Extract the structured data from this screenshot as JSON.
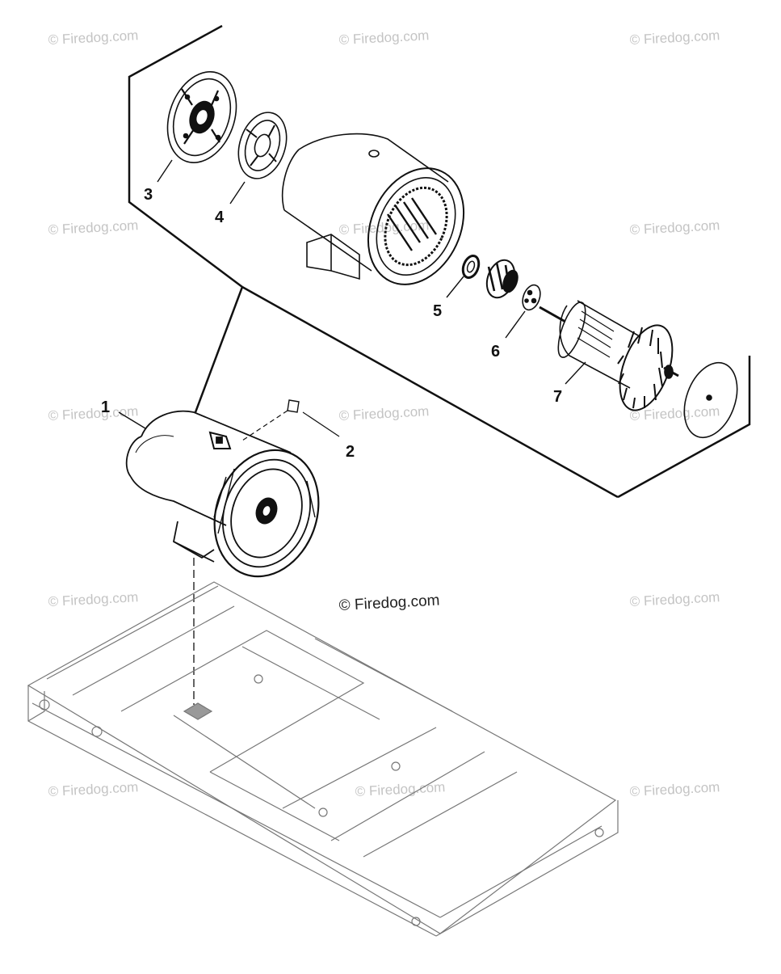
{
  "watermark": {
    "text": "© Firedog.com",
    "main_text": "© Firedog.com"
  },
  "callouts": {
    "c1": "1",
    "c2": "2",
    "c3": "3",
    "c4": "4",
    "c5": "5",
    "c6": "6",
    "c7": "7"
  },
  "colors": {
    "line": "#111111",
    "watermark": "#c4c4c4"
  }
}
